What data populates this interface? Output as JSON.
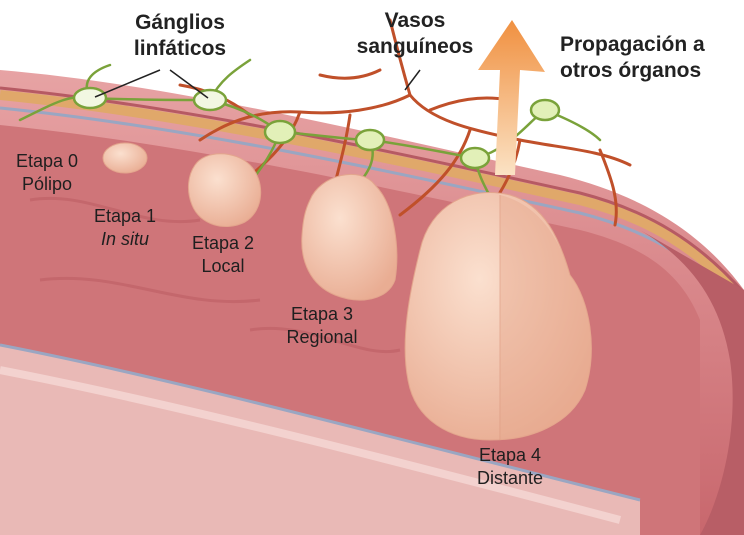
{
  "labels": {
    "lymph_nodes": [
      "Gánglios",
      "linfáticos"
    ],
    "blood_vessels": [
      "Vasos",
      "sanguíneos"
    ],
    "spread": [
      "Propagación a",
      "otros órganos"
    ]
  },
  "stages": [
    {
      "name": "Etapa 0",
      "desc": "Pólipo"
    },
    {
      "name": "Etapa 1",
      "desc": "In situ"
    },
    {
      "name": "Etapa 2",
      "desc": "Local"
    },
    {
      "name": "Etapa 3",
      "desc": "Regional"
    },
    {
      "name": "Etapa 4",
      "desc": "Distante"
    }
  ],
  "colors": {
    "colon_wall": "#d9868a",
    "mucosa": "#c96a70",
    "fat_layer": "#e0a86a",
    "tumor": "#f2c3a8",
    "lymph": "#7aa23a",
    "vessels": "#c0502a",
    "arrow": "#f0a050"
  }
}
